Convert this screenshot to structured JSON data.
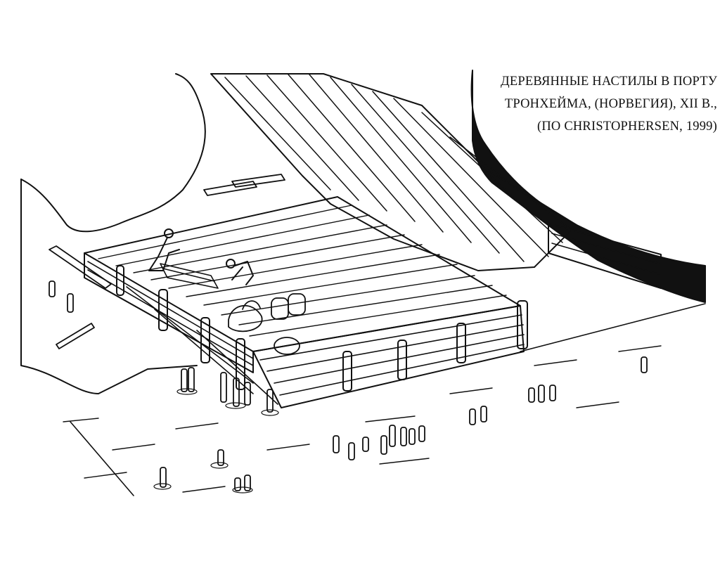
{
  "caption": {
    "line1": "ДЕРЕВЯННЫЕ НАСТИЛЫ В  ПОРТУ",
    "line2": "ТРОНХЕЙМА, (НОРВЕГИЯ), XII В.,",
    "line3": "(ПО CHRISTOPHERSEN, 1999)"
  },
  "colors": {
    "ink": "#111111",
    "paper": "#ffffff"
  }
}
